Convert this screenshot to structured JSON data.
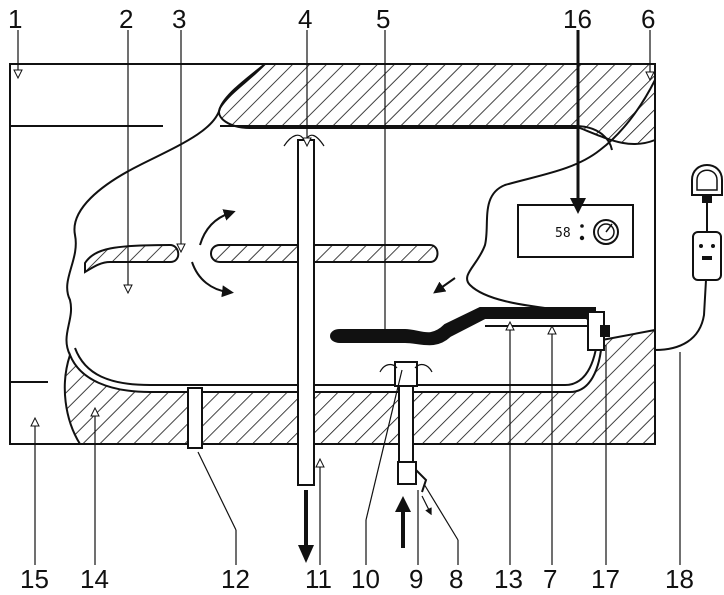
{
  "callouts": {
    "n1": "1",
    "n2": "2",
    "n3": "3",
    "n4": "4",
    "n5": "5",
    "n6": "6",
    "n16": "16",
    "n15": "15",
    "n14": "14",
    "n12": "12",
    "n11": "11",
    "n10": "10",
    "n9": "9",
    "n8": "8",
    "n13": "13",
    "n7": "7",
    "n17": "17",
    "n18": "18"
  },
  "thermostat": {
    "display_value": "58"
  },
  "colors": {
    "ink": "#111111",
    "background": "#ffffff"
  }
}
